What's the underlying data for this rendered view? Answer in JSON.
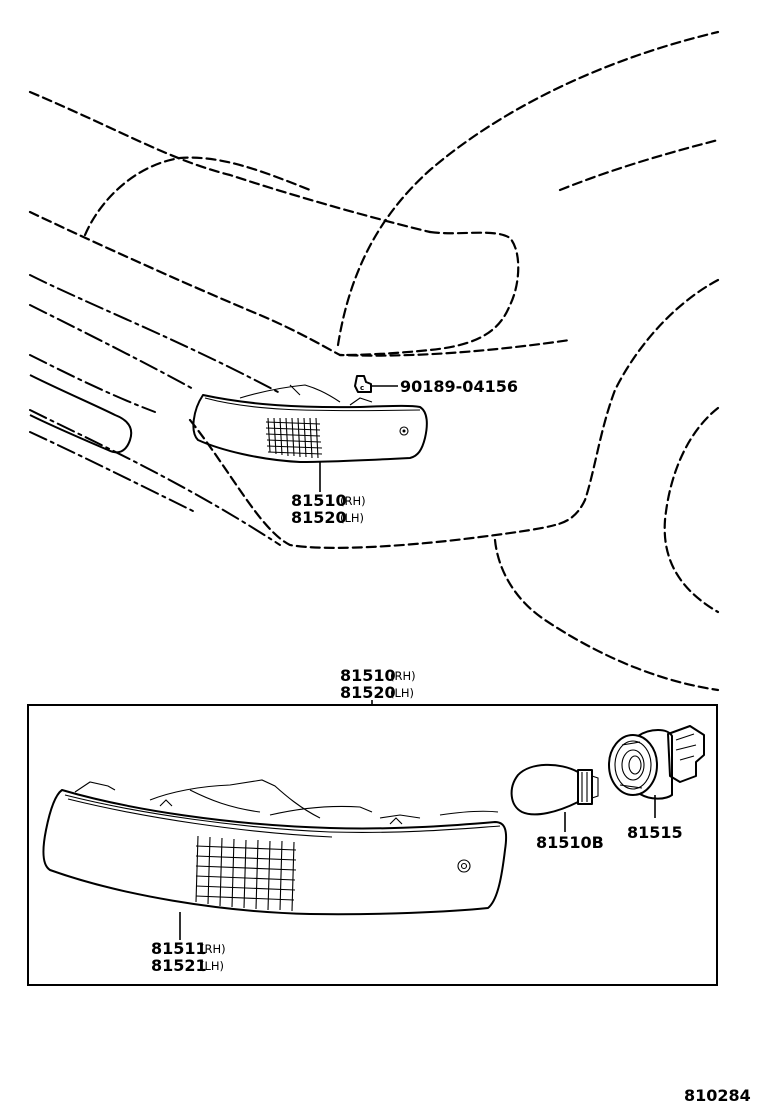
{
  "labels": {
    "clip_part": "90189-04156",
    "assembly_rh": "81510",
    "assembly_rh_side": "(RH)",
    "assembly_lh": "81520",
    "assembly_lh_side": "(LH)",
    "box_title_rh": "81510",
    "box_title_rh_side": "(RH)",
    "box_title_lh": "81520",
    "box_title_lh_side": "(LH)",
    "bulb": "81510B",
    "socket": "81515",
    "lens_rh": "81511",
    "lens_rh_side": "(RH)",
    "lens_lh": "81521",
    "lens_lh_side": "(LH)",
    "diagram_number": "810284"
  }
}
